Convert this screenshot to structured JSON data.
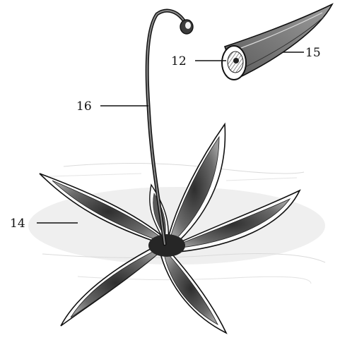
{
  "labels": {
    "sporophyte_seta": "16",
    "leaf_rosette": "14",
    "capsule_section": "12",
    "capsule_wall": "15"
  },
  "colors": {
    "ink": "#111111",
    "leaf_dark": "#3a3a3a",
    "leaf_mid": "#6e6e6e",
    "leaf_light": "#cfcfcf",
    "paper": "#ffffff"
  }
}
